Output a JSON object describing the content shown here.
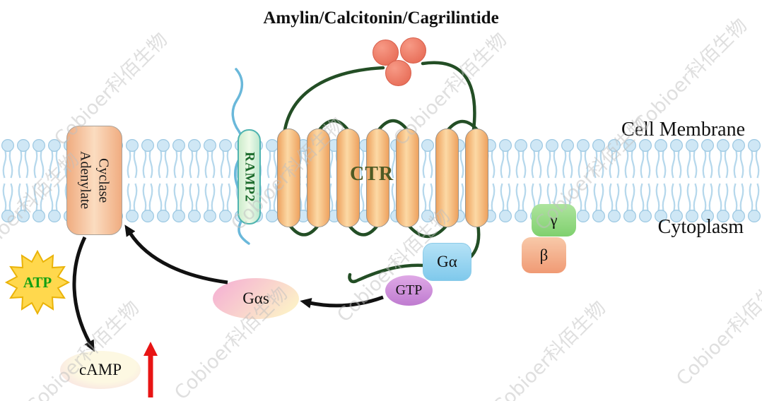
{
  "title": "Amylin/Calcitonin/Cagrilintide",
  "watermark": {
    "text": "Cobioer科佰生物"
  },
  "membrane": {
    "outer_label": "Cell Membrane",
    "inner_label": "Cytoplasm"
  },
  "receptor": {
    "name": "CTR",
    "accessory_protein": "RAMP2"
  },
  "g_protein": {
    "alpha_label": "Gα",
    "beta_label": "β",
    "gamma_label": "γ",
    "gtp_label": "GTP",
    "gas_label": "Gαs"
  },
  "enzyme": {
    "line1": "Adenylate",
    "line2": "Cyclase"
  },
  "metabolites": {
    "atp_label": "ATP",
    "camp_label": "cAMP"
  },
  "colors": {
    "membrane_head": "#cfe7f5",
    "helix": "#f5b87a",
    "ligand": "#ee8170",
    "ramp2_stroke": "#4fb4b0",
    "loop_green": "#234e25",
    "ramp2_tail_blue": "#6ab8da",
    "arrow_black": "#111111",
    "arrow_red": "#e81414",
    "atp_star": "#ffd84d",
    "atp_text": "#12a012"
  }
}
